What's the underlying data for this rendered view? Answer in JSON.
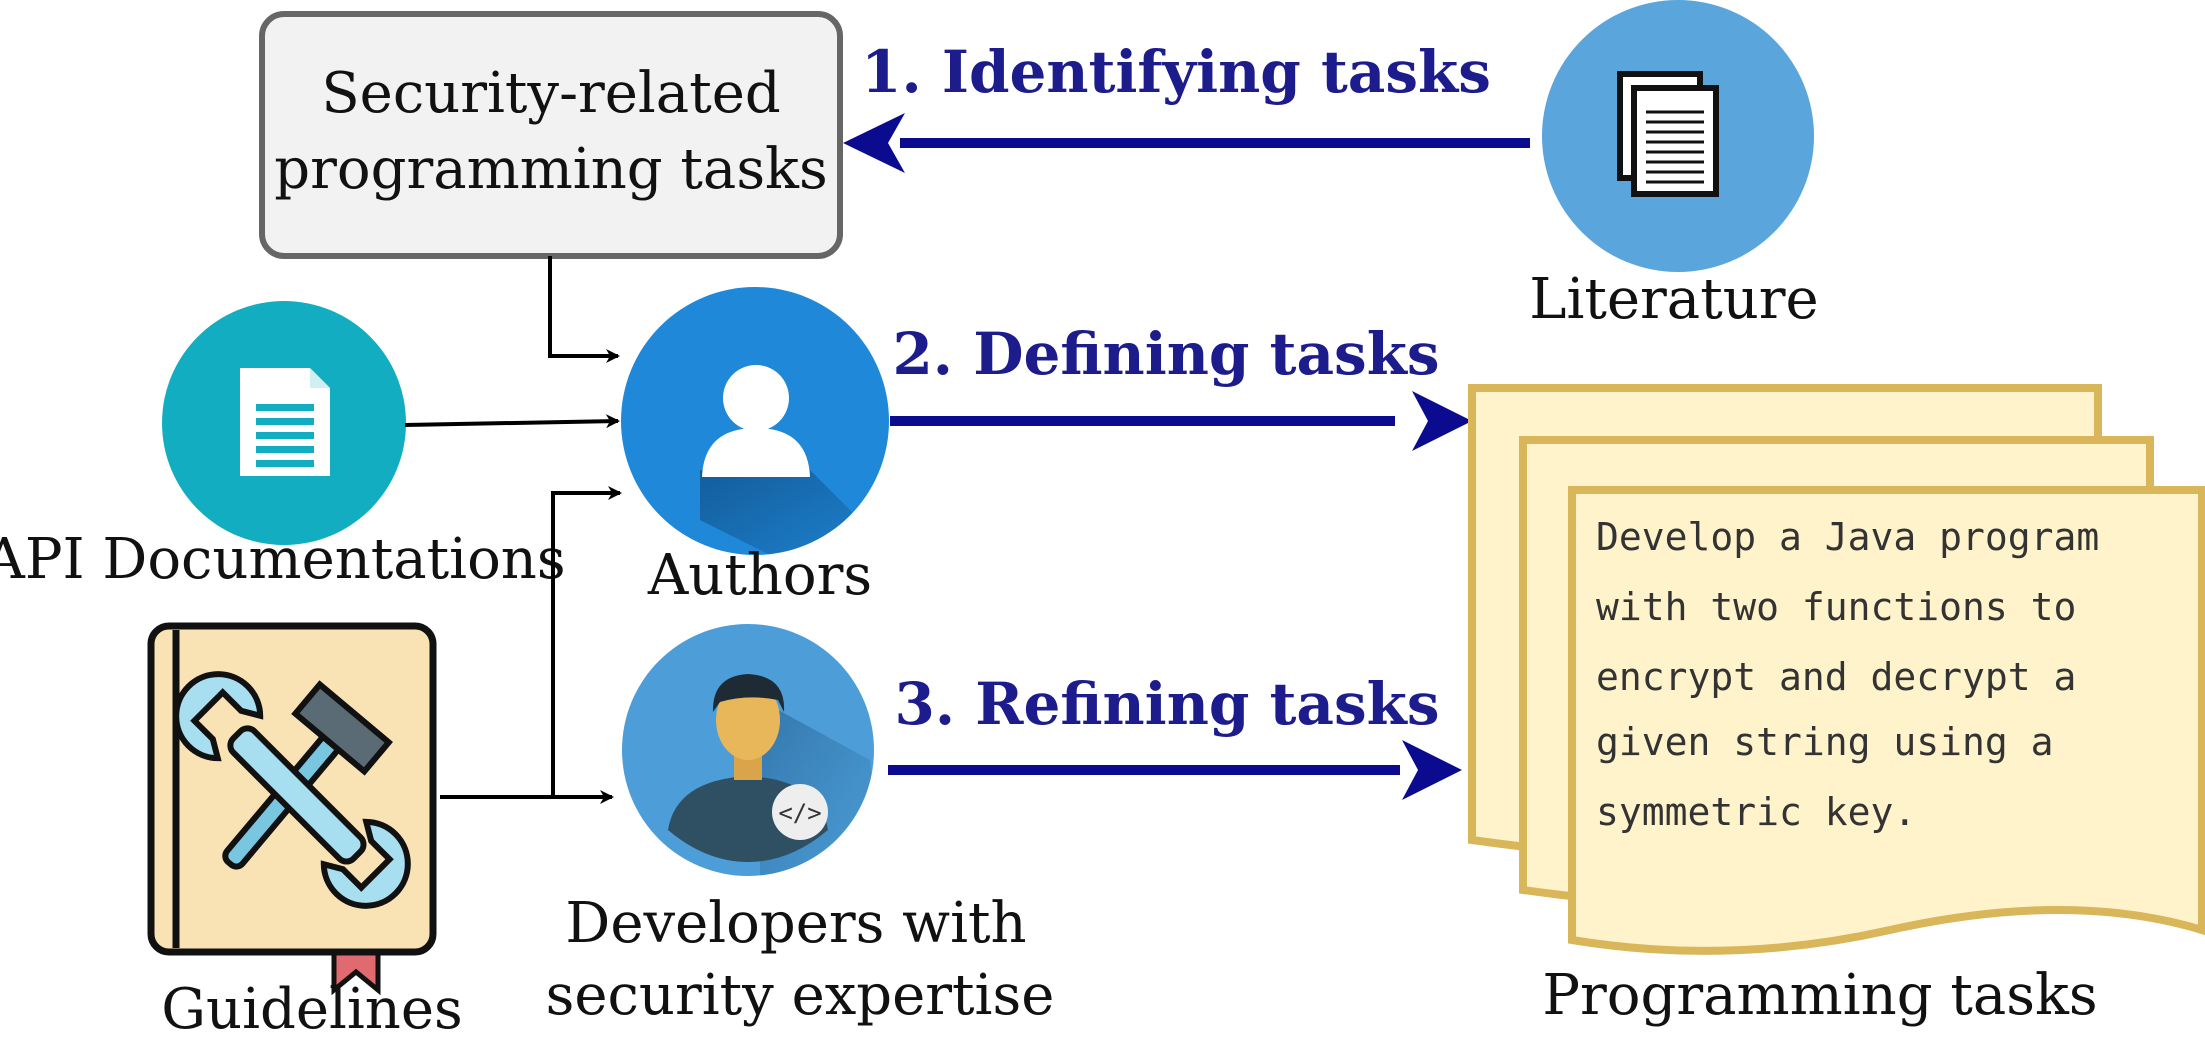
{
  "source_box": {
    "title_line1": "Security-related",
    "title_line2": "programming tasks"
  },
  "steps": {
    "step1": "1. Identifying tasks",
    "step2": "2. Defining tasks",
    "step3": "3. Refining tasks"
  },
  "actors": {
    "literature": "Literature",
    "api_docs": "API Documentations",
    "authors": "Authors",
    "guidelines": "Guidelines",
    "developers_line1": "Developers with",
    "developers_line2": "security expertise"
  },
  "output": {
    "label": "Programming tasks",
    "task_lines": [
      "Develop a Java program",
      "with two functions to",
      "encrypt and decrypt a",
      "given string using a",
      "symmetric key."
    ]
  },
  "code_badge": "</>",
  "colors": {
    "step_arrow": "#0b0b8f",
    "step_text": "#1c1c8c",
    "literature_circle": "#5aa5dc",
    "api_circle": "#13adc1",
    "authors_circle": "#1f88d8",
    "developers_circle": "#4d9ed8",
    "paper_fill": "#fff3cc",
    "paper_border": "#d9b65a"
  },
  "icons": {
    "literature": "documents-icon",
    "api_docs": "document-icon",
    "authors": "user-icon",
    "developers": "developer-icon",
    "guidelines": "toolbook-icon"
  }
}
